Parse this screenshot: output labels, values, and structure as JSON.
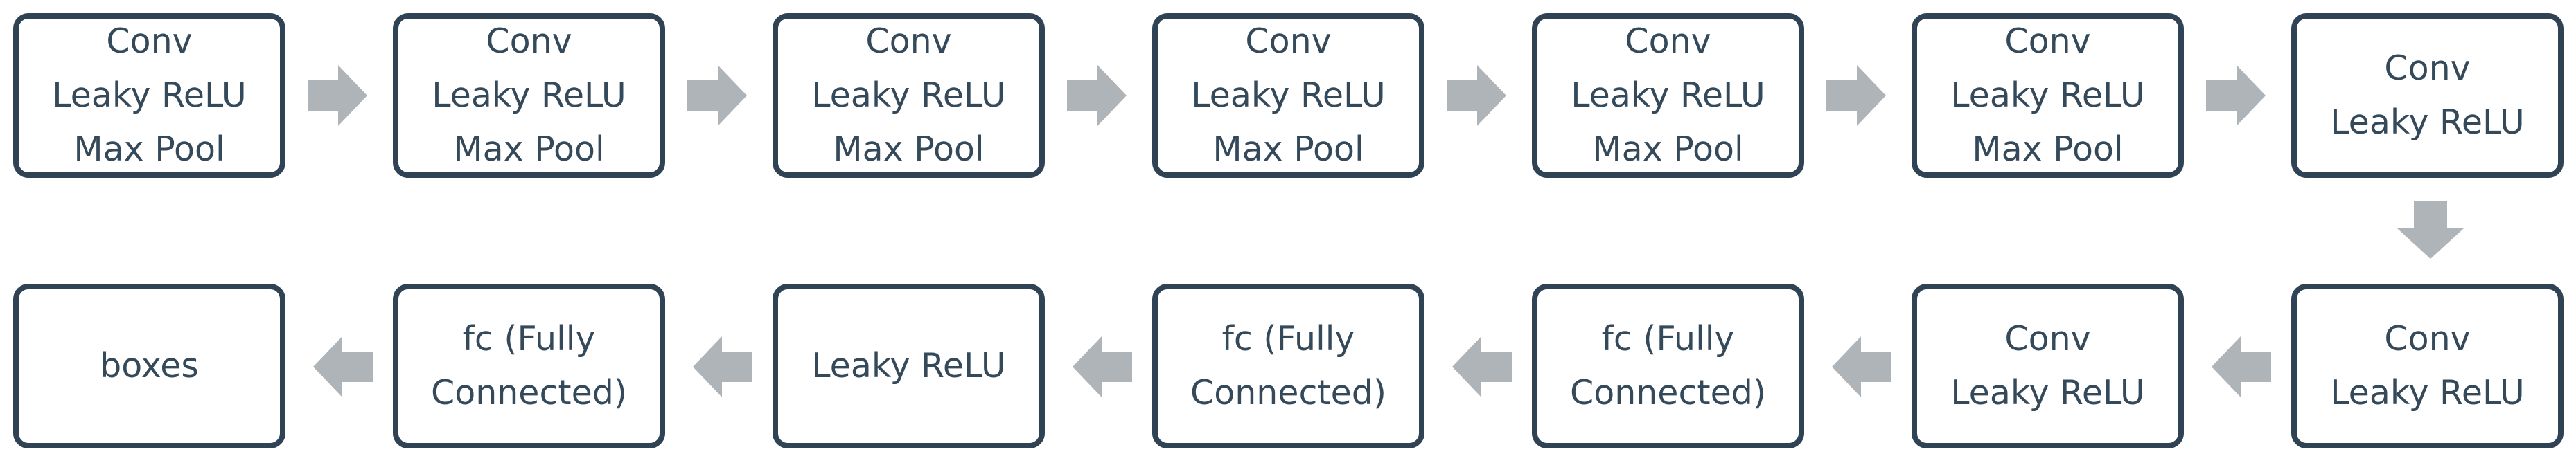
{
  "diagram": {
    "colors": {
      "box_border": "#2f4355",
      "text": "#34495a",
      "arrow": "#afb4b9"
    },
    "row1": [
      {
        "lines": [
          "Conv",
          "Leaky ReLU",
          "Max Pool"
        ]
      },
      {
        "lines": [
          "Conv",
          "Leaky ReLU",
          "Max Pool"
        ]
      },
      {
        "lines": [
          "Conv",
          "Leaky ReLU",
          "Max Pool"
        ]
      },
      {
        "lines": [
          "Conv",
          "Leaky ReLU",
          "Max Pool"
        ]
      },
      {
        "lines": [
          "Conv",
          "Leaky ReLU",
          "Max Pool"
        ]
      },
      {
        "lines": [
          "Conv",
          "Leaky ReLU",
          "Max Pool"
        ]
      },
      {
        "lines": [
          "Conv",
          "Leaky ReLU"
        ]
      }
    ],
    "row2": [
      {
        "lines": [
          "boxes"
        ]
      },
      {
        "lines": [
          "fc (Fully",
          "Connected)"
        ]
      },
      {
        "lines": [
          "Leaky ReLU"
        ]
      },
      {
        "lines": [
          "fc (Fully",
          "Connected)"
        ]
      },
      {
        "lines": [
          "fc (Fully",
          "Connected)"
        ]
      },
      {
        "lines": [
          "Conv",
          "Leaky ReLU"
        ]
      },
      {
        "lines": [
          "Conv",
          "Leaky ReLU"
        ]
      }
    ]
  }
}
